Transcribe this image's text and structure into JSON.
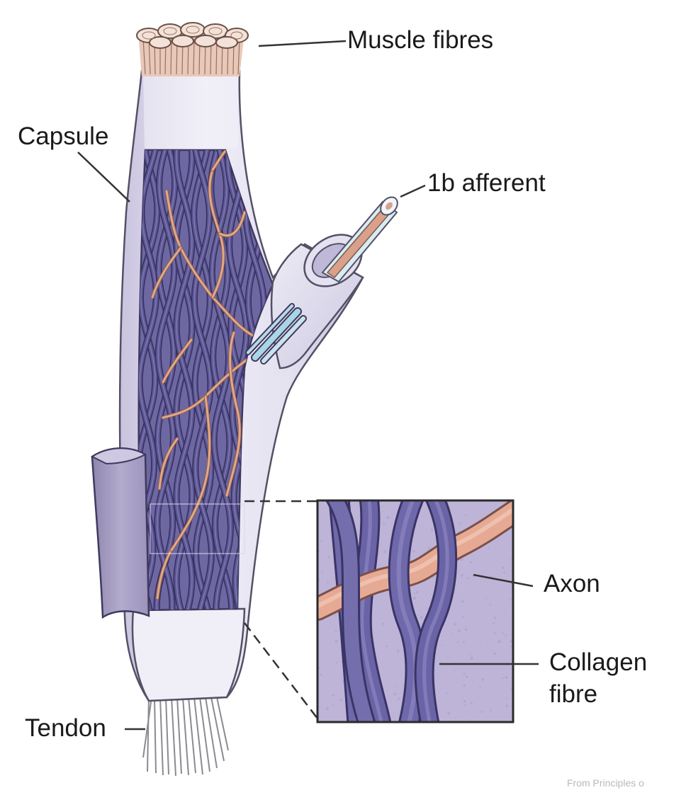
{
  "labels": {
    "muscle_fibres": "Muscle fibres",
    "capsule": "Capsule",
    "afferent": "1b afferent",
    "axon": "Axon",
    "collagen_line1": "Collagen",
    "collagen_line2": "fibre",
    "tendon": "Tendon"
  },
  "credit": "From Principles o",
  "colors": {
    "capsule": "#dcd8ec",
    "collagen": "#5e5896",
    "axon": "#e2a888",
    "inset_bg": "#bdb4d8"
  }
}
